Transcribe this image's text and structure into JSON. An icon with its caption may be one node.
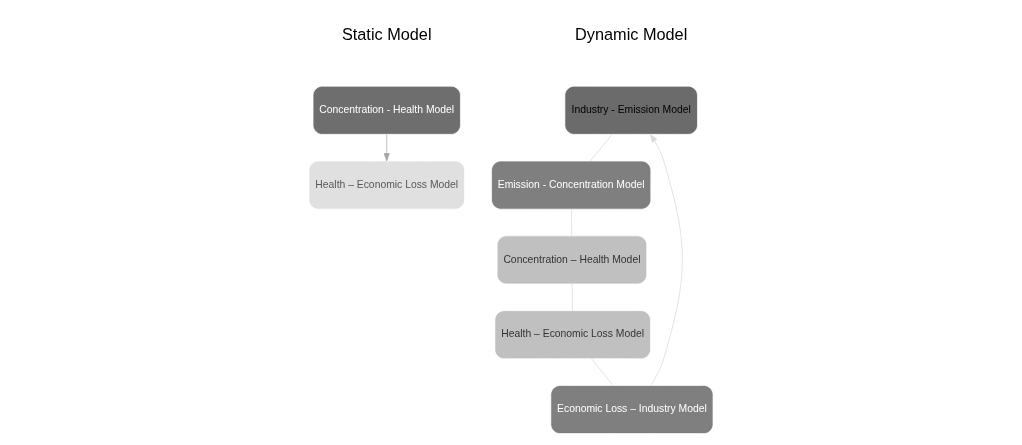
{
  "diagram": {
    "nodes": [
      {
        "text": [
          "Concentration - Health Model"
        ]
      },
      {
        "text": [
          "Health – Economic Loss Model"
        ]
      },
      {
        "text": [
          "Industry - Emission Model"
        ]
      },
      {
        "text": [
          "Emission - Concentration Model"
        ]
      },
      {
        "text": [
          "Concentration – Health Model"
        ]
      },
      {
        "text": [
          "Health – Economic Loss Model"
        ]
      },
      {
        "text": [
          "Economic Loss – Industry Model"
        ]
      }
    ],
    "edges": [
      {
        "from": 0,
        "to": 1,
        "arrow": "to",
        "color": "#a6a6a6"
      },
      {
        "from": 2,
        "to": 3,
        "arrow": "none"
      },
      {
        "from": 3,
        "to": 4,
        "arrow": "none"
      },
      {
        "from": 4,
        "to": 5,
        "arrow": "none"
      },
      {
        "from": 5,
        "to": 6,
        "arrow": "none"
      },
      {
        "from": 6,
        "to": 2,
        "arrow": "to"
      }
    ],
    "labels": [
      "Static Model",
      "Dynamic Model"
    ]
  }
}
